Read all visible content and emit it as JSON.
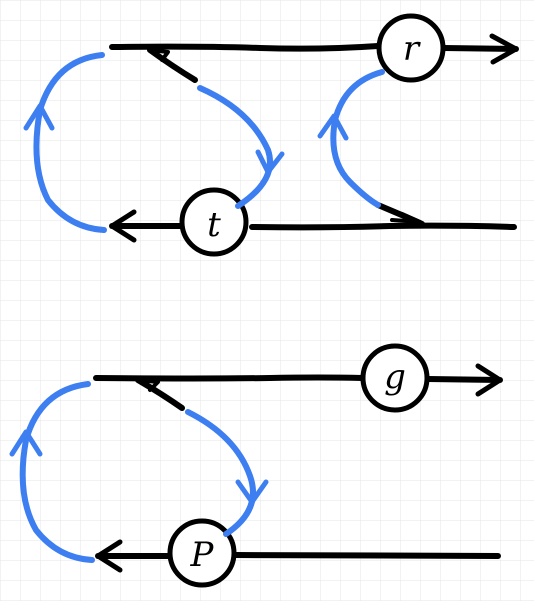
{
  "colors": {
    "background": "#ffffff",
    "grid": "#e4e4e4",
    "black_line": "#000000",
    "blue_line": "#3d7ef0"
  },
  "top_diagram": {
    "nodes": {
      "r": "r",
      "t": "t"
    }
  },
  "bottom_diagram": {
    "nodes": {
      "g": "g",
      "p": "P"
    }
  }
}
